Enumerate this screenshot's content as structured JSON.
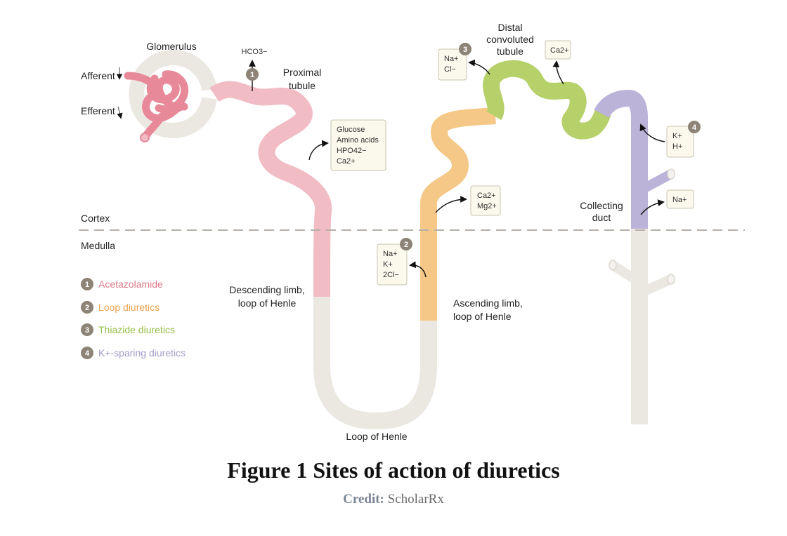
{
  "labels": {
    "glomerulus": "Glomerulus",
    "afferent": "Afferent",
    "efferent": "Efferent",
    "proximal_1": "Proximal",
    "proximal_2": "tubule",
    "distal_1": "Distal",
    "distal_2": "convoluted",
    "distal_3": "tubule",
    "cortex": "Cortex",
    "medulla": "Medulla",
    "descending_1": "Descending limb,",
    "descending_2": "loop of Henle",
    "ascending_1": "Ascending limb,",
    "ascending_2": "loop of Henle",
    "loop": "Loop of Henle",
    "collecting_1": "Collecting",
    "collecting_2": "duct"
  },
  "ions": {
    "hco3": "HCO3−",
    "pt_box": [
      "Glucose",
      "Amino acids",
      "HPO42−",
      "Ca2+"
    ],
    "tal_na_box": [
      "Na+",
      "K+",
      "2Cl−"
    ],
    "tal_ca_box": [
      "Ca2+",
      "Mg2+"
    ],
    "dct_na_box": [
      "Na+",
      "Cl−"
    ],
    "dct_ca_box": [
      "Ca2+"
    ],
    "cd_kh_box": [
      "K+",
      "H+"
    ],
    "cd_na_box": [
      "Na+"
    ]
  },
  "site_numbers": [
    "1",
    "2",
    "3",
    "4"
  ],
  "legend": [
    {
      "num": "1",
      "label": "Acetazolamide",
      "color": "#e07a8a"
    },
    {
      "num": "2",
      "label": "Loop diuretics",
      "color": "#eba24e"
    },
    {
      "num": "3",
      "label": "Thiazide diuretics",
      "color": "#95bf45"
    },
    {
      "num": "4",
      "label": "K+-sparing diuretics",
      "color": "#a59ac9"
    }
  ],
  "colors": {
    "proximal": "#f2bcc5",
    "glomerulus": "#e8899a",
    "ascending": "#f5c888",
    "distal": "#b6d06a",
    "collecting": "#bcb3d8",
    "medulla_tube": "#ebe8e2",
    "number_badge": "#8d8477"
  },
  "caption": {
    "title": "Figure 1 Sites of action of diuretics",
    "credit_label": "Credit:",
    "credit_value": "ScholarRx"
  }
}
